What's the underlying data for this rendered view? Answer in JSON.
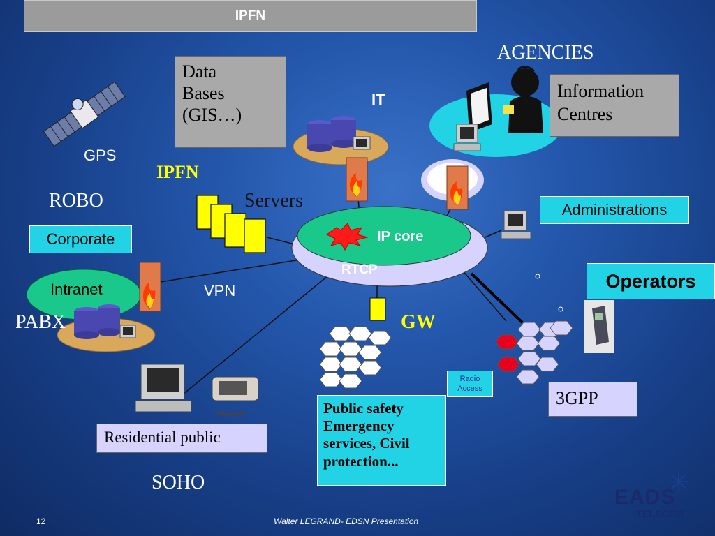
{
  "slide": {
    "title": "IPFN",
    "footer_page": "12",
    "footer_text": "Walter LEGRAND- EDSN Presentation",
    "logo_main": "EADS",
    "logo_sub": "TELECOM"
  },
  "labels": {
    "agencies": "AGENCIES",
    "information_centres": [
      "Information",
      "Centres"
    ],
    "data_bases": [
      "Data",
      "Bases",
      "(GIS…)"
    ],
    "it": "IT",
    "gps": "GPS",
    "ipfn": "IPFN",
    "robo": "ROBO",
    "servers": "Servers",
    "administrations": "Administrations",
    "corporate": "Corporate",
    "ip_core": "IP core",
    "rtcp": "RTCP",
    "operators": "Operators",
    "intranet": "Intranet",
    "vpn": "VPN",
    "pabx": "PABX",
    "gw": "GW",
    "radio_access": [
      "Radio",
      "Access"
    ],
    "three_gpp": "3GPP",
    "public_safety": [
      "Public safety",
      "Emergency",
      "services, Civil",
      "protection..."
    ],
    "residential_public": "Residential public",
    "soho": "SOHO"
  },
  "colors": {
    "title_bar": "#9b9b9b",
    "grey_box": "#a9a9a9",
    "cyan_box": "#22d3e6",
    "lavender": "#d6d4ff",
    "ip_core_green": "#19c88a",
    "yellow": "#ffff00",
    "hex_red": "#e8001c"
  }
}
